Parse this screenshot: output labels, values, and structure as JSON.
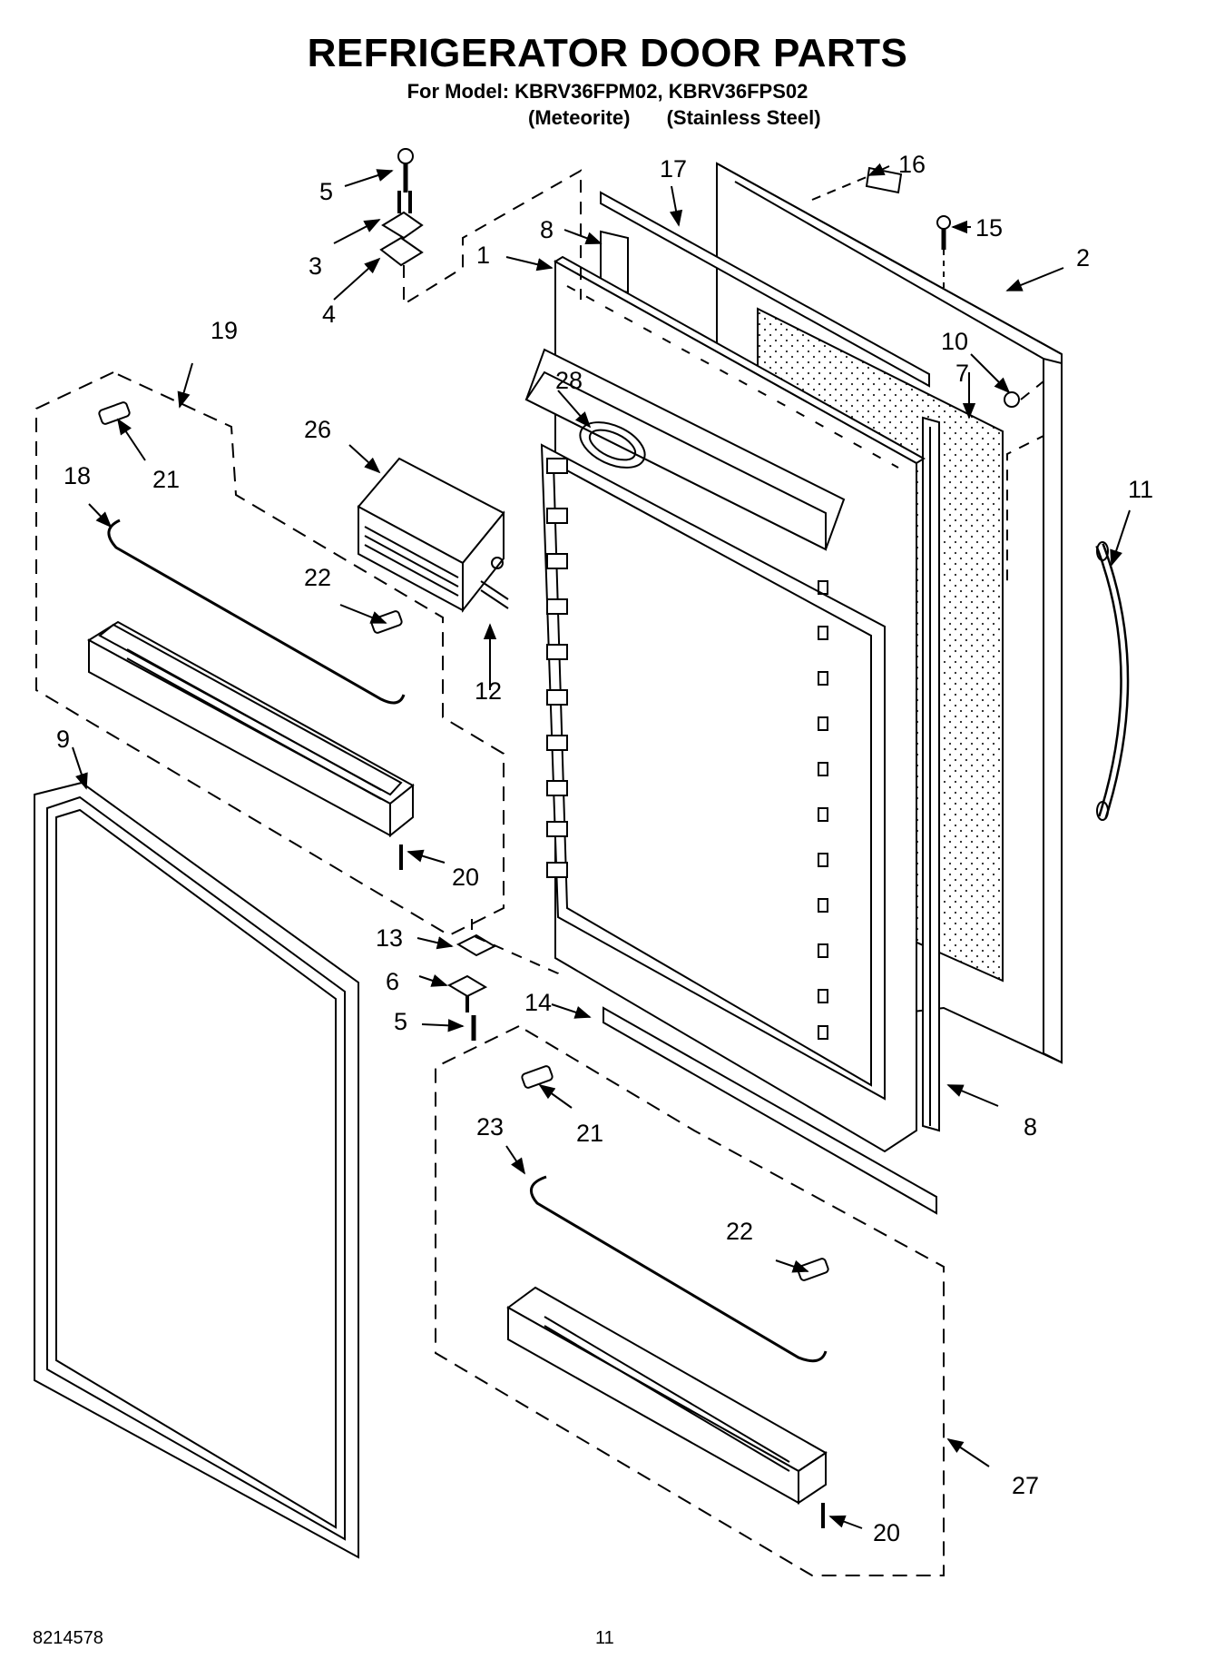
{
  "header": {
    "title": "REFRIGERATOR DOOR PARTS",
    "model_line": "For Model: KBRV36FPM02, KBRV36FPS02",
    "variants": [
      "(Meteorite)",
      "(Stainless Steel)"
    ]
  },
  "callouts": {
    "c1": "1",
    "c2": "2",
    "c3": "3",
    "c4": "4",
    "c5_top": "5",
    "c5_bottom": "5",
    "c6": "6",
    "c7": "7",
    "c8_top": "8",
    "c8_bottom": "8",
    "c9": "9",
    "c10": "10",
    "c11": "11",
    "c12": "12",
    "c13": "13",
    "c14": "14",
    "c15": "15",
    "c16": "16",
    "c17": "17",
    "c18": "18",
    "c19": "19",
    "c20_upper": "20",
    "c20_lower": "20",
    "c21_upper": "21",
    "c21_lower": "21",
    "c22_upper": "22",
    "c22_lower": "22",
    "c23": "23",
    "c26": "26",
    "c27": "27",
    "c28": "28"
  },
  "footer": {
    "doc_number": "8214578",
    "page_number": "11"
  }
}
